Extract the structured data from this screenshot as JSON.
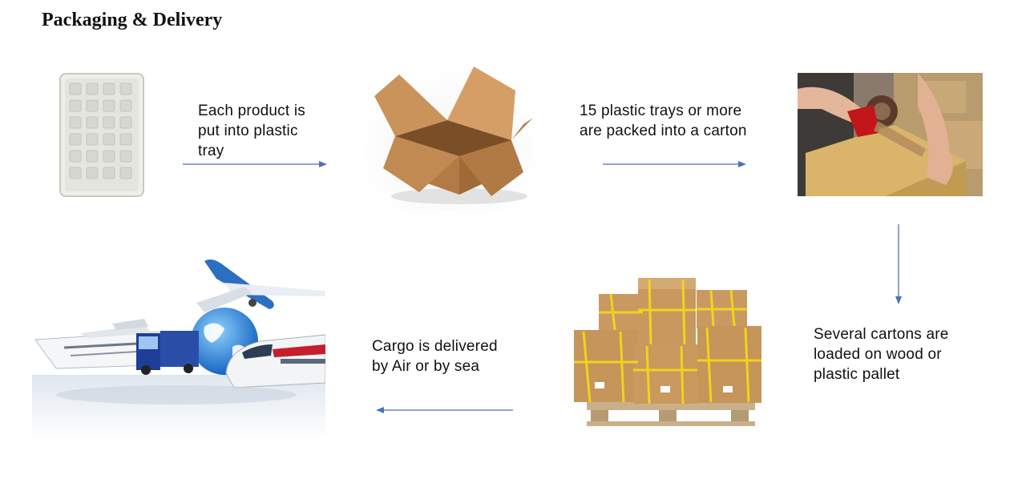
{
  "title": "Packaging & Delivery",
  "steps": [
    {
      "text_lines": [
        "Each product  is",
        "put  into plastic",
        "tray"
      ]
    },
    {
      "text_lines": [
        "15 plastic trays or more",
        "are packed into a carton"
      ]
    },
    {
      "text_lines": [
        "Several cartons are",
        "loaded on wood or",
        "plastic pallet"
      ]
    },
    {
      "text_lines": [
        "Cargo is delivered",
        "by Air or by sea"
      ]
    }
  ],
  "images": {
    "tray": "plastic-tray-photo",
    "carton": "open-carton-photo",
    "taping": "carton-taping-photo",
    "pallet": "pallet-cartons-photo",
    "transport": "transport-collage-photo"
  },
  "colors": {
    "arrow": "#4a72b4",
    "cardboard": "#c9935a",
    "strap": "#f2d31b",
    "globe": "#2a86d9"
  }
}
